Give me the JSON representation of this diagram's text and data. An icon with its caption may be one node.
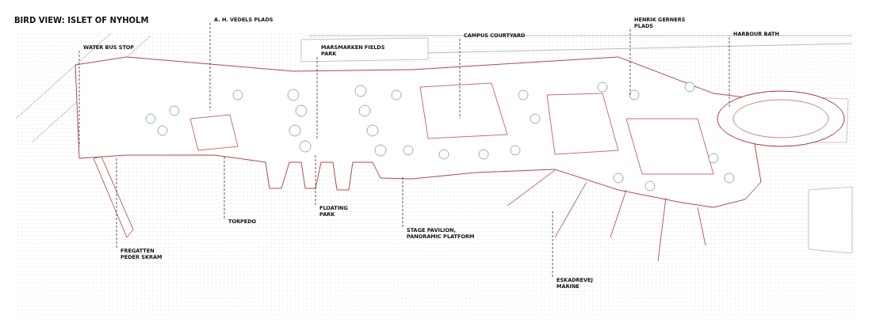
{
  "diagram": {
    "title": "BIRD VIEW: ISLET OF NYHOLM",
    "nodes": [
      {
        "text": [
          "WATER BUS STOP"
        ]
      },
      {
        "text": [
          "A. H. VEDELS PLADS"
        ]
      },
      {
        "text": [
          "MARSMARKEN FIELDS PARK"
        ]
      },
      {
        "text": [
          "CAMPUS COURTYARD"
        ]
      },
      {
        "text": [
          "HENRIK GERNERS PLADS"
        ]
      },
      {
        "text": [
          "HARBOUR BATH"
        ]
      },
      {
        "text": [
          "FREGATTEN PEDER SKRAM"
        ]
      },
      {
        "text": [
          "TORPEDO"
        ]
      },
      {
        "text": [
          "FLOATING PARK"
        ]
      },
      {
        "text": [
          "STAGE PAVILION, PANORAMIC PLATFORM"
        ]
      },
      {
        "text": [
          "ESKADREVEJ MARINE"
        ]
      }
    ],
    "edges": [
      {
        "from": 0,
        "to": null,
        "arrow": "none",
        "style": "dashed"
      },
      {
        "from": 1,
        "to": null,
        "arrow": "none",
        "style": "dashed"
      },
      {
        "from": 2,
        "to": null,
        "arrow": "none",
        "style": "dashed"
      },
      {
        "from": 3,
        "to": null,
        "arrow": "none",
        "style": "dashed"
      },
      {
        "from": 4,
        "to": null,
        "arrow": "none",
        "style": "dashed"
      },
      {
        "from": 5,
        "to": null,
        "arrow": "none",
        "style": "dashed"
      },
      {
        "from": 6,
        "to": null,
        "arrow": "none",
        "style": "dashed"
      },
      {
        "from": 7,
        "to": null,
        "arrow": "none",
        "style": "dashed"
      },
      {
        "from": 8,
        "to": null,
        "arrow": "none",
        "style": "dashed"
      },
      {
        "from": 9,
        "to": null,
        "arrow": "none",
        "style": "dashed"
      },
      {
        "from": 10,
        "to": null,
        "arrow": "none",
        "style": "dashed"
      }
    ]
  }
}
